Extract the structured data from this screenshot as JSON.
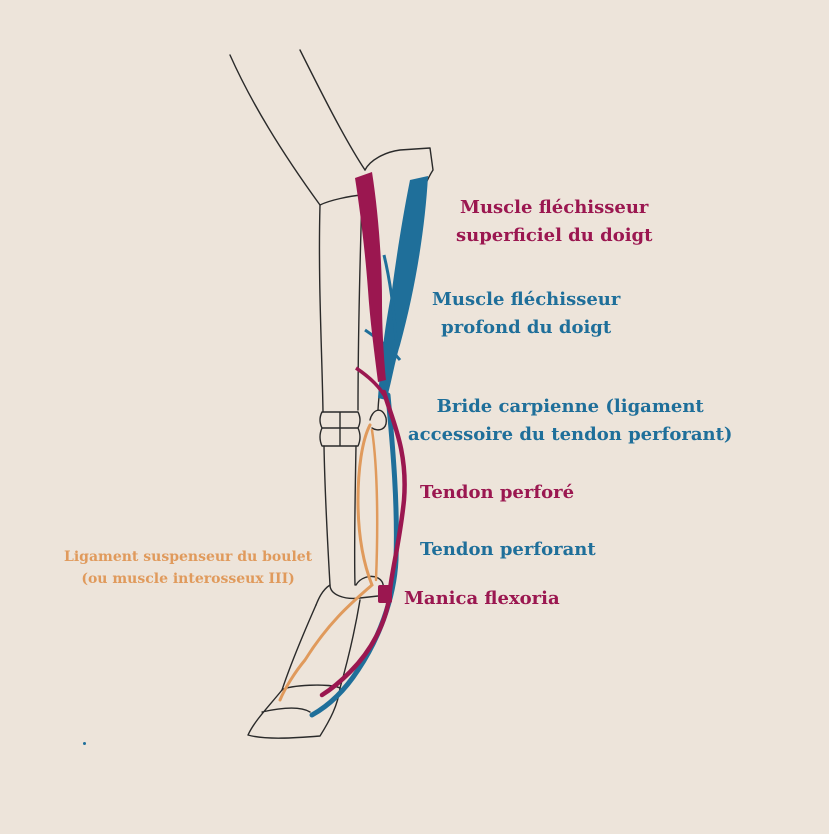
{
  "colors": {
    "background": "#ede4da",
    "superficial_flexor": "#9b1750",
    "deep_flexor": "#1f6f9a",
    "suspensory": "#e09a5c",
    "outline": "#2a2a2a"
  },
  "labels": {
    "muscle_superficiel": [
      "Muscle fléchisseur",
      "superficiel du doigt"
    ],
    "muscle_profond": [
      "Muscle fléchisseur",
      "profond du doigt"
    ],
    "bride_carpienne": [
      "Bride carpienne (ligament",
      "accessoire du tendon perforant)"
    ],
    "tendon_perfore": "Tendon perforé",
    "tendon_perforant": "Tendon perforant",
    "manica_flexoria": "Manica flexoria",
    "ligament_suspenseur": [
      "Ligament suspenseur du boulet",
      "(ou muscle interosseux III)"
    ]
  }
}
